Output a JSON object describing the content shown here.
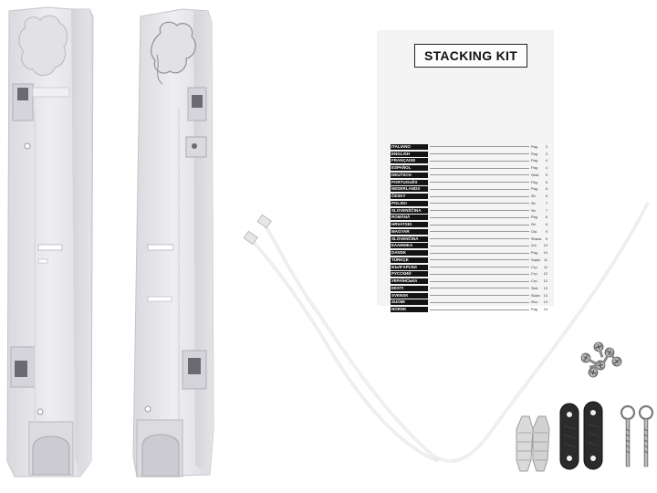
{
  "manual": {
    "title": "STACKING KIT",
    "toc": [
      {
        "language": "ITALIANO",
        "pg_label": "Pag.",
        "page": "3"
      },
      {
        "language": "ENGLISH",
        "pg_label": "Pag.",
        "page": "3"
      },
      {
        "language": "FRANÇAISE",
        "pg_label": "Pag.",
        "page": "4"
      },
      {
        "language": "ESPAÑOL",
        "pg_label": "Pag.",
        "page": "4"
      },
      {
        "language": "DEUTSCH",
        "pg_label": "Seite",
        "page": "5"
      },
      {
        "language": "PORTUGUÊS",
        "pg_label": "Pág.",
        "page": "5"
      },
      {
        "language": "NEDERLANDS",
        "pg_label": "Pag.",
        "page": "6"
      },
      {
        "language": "ČESKY",
        "pg_label": "Str.",
        "page": "6"
      },
      {
        "language": "POLSKI",
        "pg_label": "Str.",
        "page": "7"
      },
      {
        "language": "SLOVENŠČINA",
        "pg_label": "Str.",
        "page": "7"
      },
      {
        "language": "ROMÂNĂ",
        "pg_label": "Pag.",
        "page": "8"
      },
      {
        "language": "HRVATSKI",
        "pg_label": "Str.",
        "page": "8"
      },
      {
        "language": "MAGYAR",
        "pg_label": "Old.",
        "page": "9"
      },
      {
        "language": "SLOVENČINA",
        "pg_label": "Strana",
        "page": "9"
      },
      {
        "language": "ΕΛΛΗΝΙΚΑ",
        "pg_label": "Σελ.",
        "page": "10"
      },
      {
        "language": "DANSK",
        "pg_label": "Pag.",
        "page": "10"
      },
      {
        "language": "TÜRKÇE",
        "pg_label": "Sayfa",
        "page": "11"
      },
      {
        "language": "БЪЛГАРСКИ",
        "pg_label": "Стр.",
        "page": "11"
      },
      {
        "language": "РУССКИЙ",
        "pg_label": "Стр.",
        "page": "12"
      },
      {
        "language": "УКРАЇНСЬКА",
        "pg_label": "Стр.",
        "page": "12"
      },
      {
        "language": "EESTI",
        "pg_label": "Side",
        "page": "13"
      },
      {
        "language": "SVENSK",
        "pg_label": "Sidan",
        "page": "13"
      },
      {
        "language": "SUOMI",
        "pg_label": "Sivu",
        "page": "14"
      },
      {
        "language": "NORSK",
        "pg_label": "Pag.",
        "page": "14"
      }
    ]
  },
  "colors": {
    "background": "#ffffff",
    "bracket_plastic": "#e9e9ec",
    "bracket_shadow": "#c9c9cf",
    "paper": "#f4f4f4",
    "strap": "#f2f2f2",
    "metal": "#9a9a9a",
    "rubber_pad": "#2b2b2b",
    "anchor_plug": "#d8d8d8"
  }
}
